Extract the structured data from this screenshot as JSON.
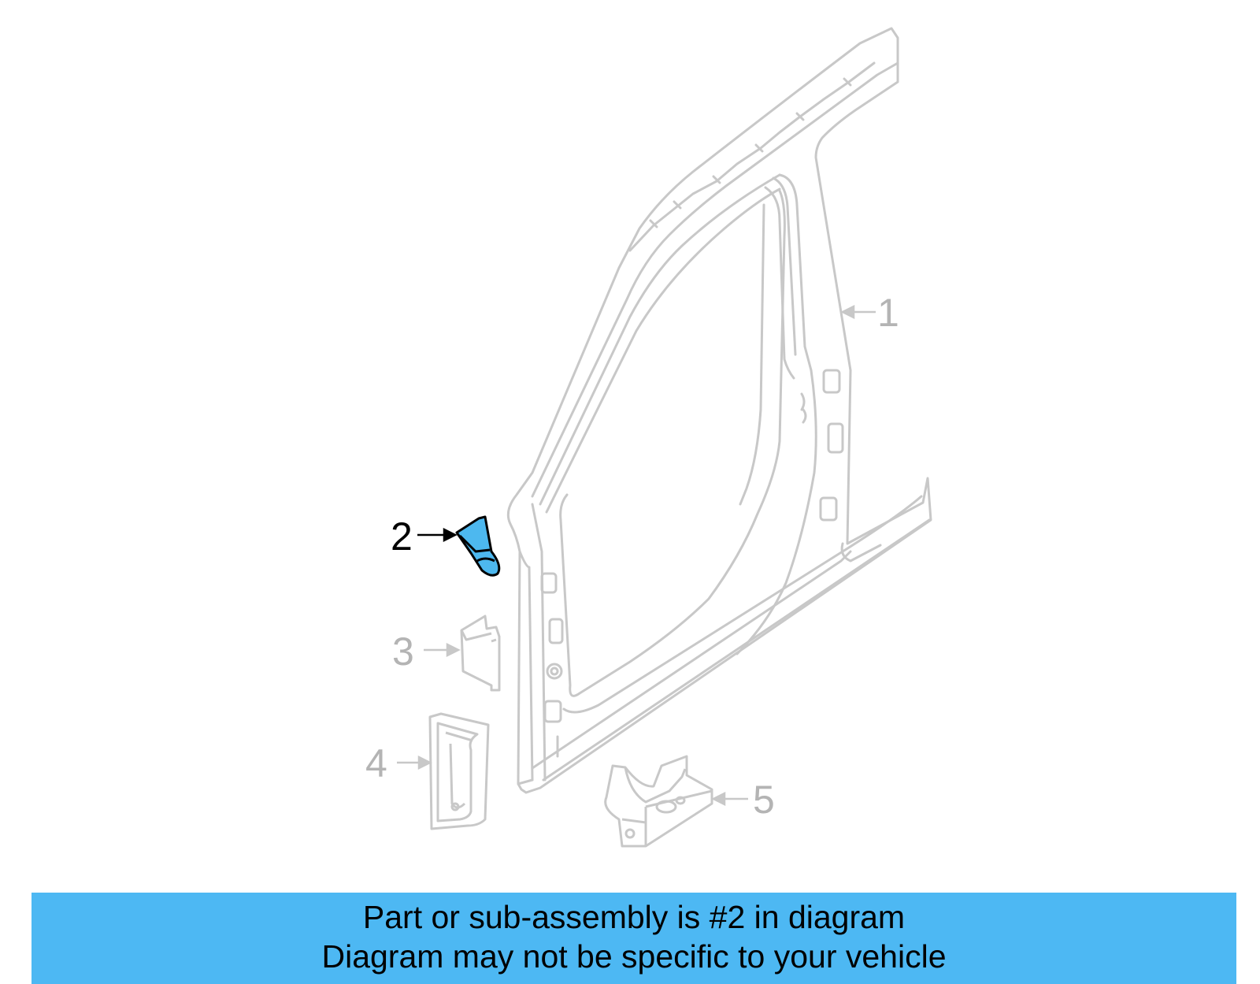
{
  "callouts": [
    {
      "number": "1",
      "highlighted": false
    },
    {
      "number": "2",
      "highlighted": true
    },
    {
      "number": "3",
      "highlighted": false
    },
    {
      "number": "4",
      "highlighted": false
    },
    {
      "number": "5",
      "highlighted": false
    }
  ],
  "banner": {
    "line1": "Part or sub-assembly is #2 in diagram",
    "line2": "Diagram may not be specific to your vehicle"
  },
  "colors": {
    "highlight": "#4db8ef",
    "banner": "#4db8f3",
    "part_outline": "#c8c8c8",
    "faded_label": "#b4b4b4",
    "active_label": "#000000"
  }
}
